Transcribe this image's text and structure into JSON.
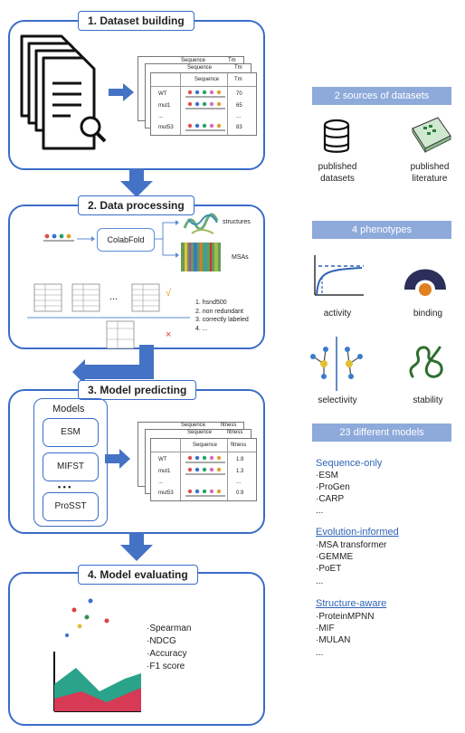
{
  "stages": [
    {
      "title": "1. Dataset building"
    },
    {
      "title": "2. Data processing"
    },
    {
      "title": "3. Model predicting"
    },
    {
      "title": "4. Model evaluating"
    }
  ],
  "stage1": {
    "table_header_sequence": "Sequence",
    "table_header_tm": "Tm",
    "rows": [
      {
        "name": "WT",
        "value": "70"
      },
      {
        "name": "mut1",
        "value": "65"
      },
      {
        "name": "...",
        "value": "..."
      },
      {
        "name": "mut53",
        "value": "83"
      }
    ]
  },
  "stage2": {
    "tool": "ColabFold",
    "outputs": [
      "structures",
      "MSAs"
    ],
    "ellipsis": "...",
    "criteria": [
      "1. hsnd500",
      "2. non redundant",
      "3. correctly labeled",
      "4. ..."
    ],
    "check": "√",
    "cross": "×"
  },
  "stage3": {
    "models_title": "Models",
    "models": [
      "ESM",
      "MIFST",
      "ProSST"
    ],
    "dots": "• • •",
    "table_header_sequence": "Sequence",
    "table_header_fitness": "fitness",
    "rows": [
      {
        "name": "WT",
        "value": "1.9"
      },
      {
        "name": "mut1",
        "value": "1.3"
      },
      {
        "name": "...",
        "value": "..."
      },
      {
        "name": "mut53",
        "value": "0.9"
      }
    ]
  },
  "stage4": {
    "metrics": [
      "·Spearman",
      "·NDCG",
      "·Accuracy",
      "·F1 score"
    ]
  },
  "right": {
    "datasets_header": "2 sources of datasets",
    "dataset_sources": [
      "published\ndatasets",
      "published\nliterature"
    ],
    "phenotypes_header": "4 phenotypes",
    "phenotypes": [
      "activity",
      "binding",
      "selectivity",
      "stability"
    ],
    "models_header": "23 different models",
    "categories": [
      {
        "name": "Sequence-only",
        "items": [
          "·ESM",
          "·ProGen",
          "·CARP",
          "..."
        ]
      },
      {
        "name": "Evolution-informed",
        "items": [
          "·MSA transformer",
          "·GEMME",
          "·PoET",
          "..."
        ]
      },
      {
        "name": "Structure-aware",
        "items": [
          "·ProteinMPNN",
          "·MIF",
          "·MULAN",
          "..."
        ]
      }
    ]
  },
  "colors": {
    "panel_border": "#3b6cc8",
    "arrow": "#4472c4",
    "header_bg": "#8eaadb",
    "category": "#2e63b6"
  }
}
